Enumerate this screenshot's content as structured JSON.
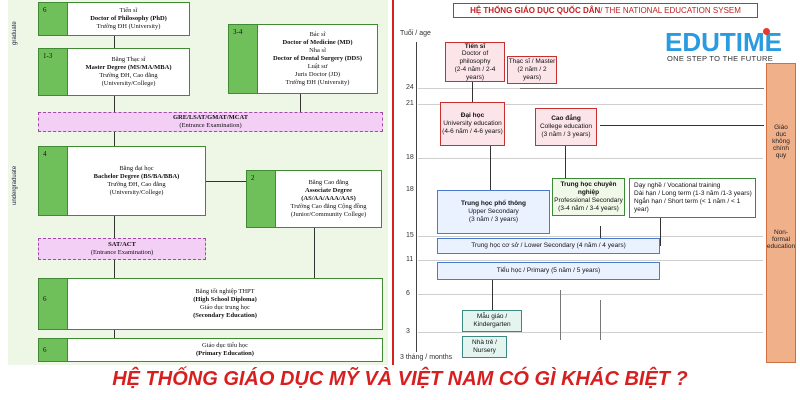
{
  "us": {
    "graduate_label": "graduate",
    "undergraduate_label": "undergraduate",
    "phd": {
      "num": "6",
      "l1": "Tiến sĩ",
      "l2": "Doctor of Philosophy (PhD)",
      "l3": "Trường ĐH (University)"
    },
    "master": {
      "num": "1-3",
      "l1": "Bằng Thạc sĩ",
      "l2": "Master Degree (MS/MA/MBA)",
      "l3": "Trường ĐH, Cao đẳng",
      "l4": "(University/College)"
    },
    "md": {
      "num": "3-4",
      "l1": "Bác sĩ",
      "l2": "Doctor of Medicine (MD)",
      "l3": "Nha sĩ",
      "l4": "Doctor of Dental Surgery (DDS)",
      "l5": "Luật sư",
      "l6": "Juris Doctor (JD)",
      "l7": "Trường ĐH (University)"
    },
    "gre": {
      "l1": "GRE/LSAT/GMAT/MCAT",
      "l2": "(Entrance Examination)"
    },
    "bachelor": {
      "num": "4",
      "l1": "Bằng đại học",
      "l2": "Bachelor Degree (BS/BA/BBA)",
      "l3": "Trường ĐH, Cao đẳng",
      "l4": "(University/College)"
    },
    "associate": {
      "num": "2",
      "l1": "Bằng Cao đẳng",
      "l2": "Associate Degree",
      "l3": "(AS/AA/AAA/AAS)",
      "l4": "Trường Cao đẳng Cộng đồng",
      "l5": "(Junior/Community College)"
    },
    "sat": {
      "l1": "SAT/ACT",
      "l2": "(Entrance Examination)"
    },
    "secondary": {
      "num": "6",
      "l1": "Bằng tốt nghiệp THPT",
      "l2": "(High School Diploma)",
      "l3": "Giáo dục trung học",
      "l4": "(Secondary Education)"
    },
    "primary": {
      "num": "6",
      "l1": "Giáo dục tiểu học",
      "l2": "(Primary Education)"
    }
  },
  "vn": {
    "title_vn": "HỆ THỐNG GIÁO DỤC QUỐC DÂN",
    "title_en": " / THE NATIONAL EDUCATION SYSEM",
    "age_label": "Tuổi / age",
    "month_label": "3 tháng / months",
    "ages": [
      "24",
      "21",
      "18",
      "18",
      "15",
      "11",
      "6",
      "3"
    ],
    "phd": {
      "l1": "Tiến sĩ",
      "l2": "Doctor of philosophy",
      "l3": "(2-4 năm / 2-4 years)"
    },
    "master": {
      "l1": "Thạc sĩ / Master",
      "l2": "(2 năm / 2 years)"
    },
    "university": {
      "l1": "Đại học",
      "l2": "University education",
      "l3": "(4-6 năm / 4-6 years)"
    },
    "college": {
      "l1": "Cao đẳng",
      "l2": "College education",
      "l3": "(3 năm / 3 years)"
    },
    "upper": {
      "l1": "Trung học phổ thông",
      "l2": "Upper Secondary",
      "l3": "(3 năm / 3 years)"
    },
    "professional": {
      "l1": "Trung học chuyên nghiệp",
      "l2": "Professional Secondary",
      "l3": "(3-4 năm / 3-4 years)"
    },
    "vocational": {
      "l1": "Dạy nghề / Vocational training",
      "l2": "Dài hạn / Long term (1-3 năm /1-3 years)",
      "l3": "Ngắn hạn / Short term (< 1 năm / < 1 year)"
    },
    "lower": {
      "l1": "Trung học cơ sở / Lower Secondary (4 năm / 4 years)"
    },
    "primary": {
      "l1": "Tiểu học / Primary (5 năm / 5 years)"
    },
    "kindergarten": {
      "l1": "Mẫu giáo / Kindergarten"
    },
    "nursery": {
      "l1": "Nhà trẻ / Nursery"
    },
    "continuing": {
      "l1": "Giáo",
      "l2": "dục",
      "l3": "không",
      "l4": "chính",
      "l5": "quy",
      "l6": "Non-",
      "l7": "formal",
      "l8": "education"
    }
  },
  "logo": {
    "edu": "EDU",
    "time": "TIME",
    "slogan": "ONE STEP TO THE FUTURE"
  },
  "caption": "HỆ THỐNG GIÁO DỤC MỸ VÀ VIỆT NAM CÓ GÌ KHÁC BIỆT ?"
}
